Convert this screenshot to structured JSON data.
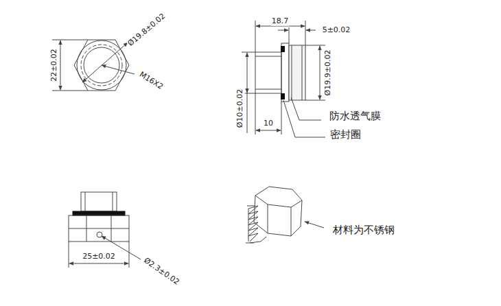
{
  "diagram": {
    "labels": [
      "Ø19.8±0.02",
      "22±0.02",
      "M16X2",
      "18.7",
      "5±0.02",
      "Ø19.9±0.02",
      "Ø10±0.02",
      "10",
      "防水透气膜",
      "密封圈",
      "25±0.02",
      "Ø2.3±0.02",
      "材料为不锈钢"
    ]
  }
}
